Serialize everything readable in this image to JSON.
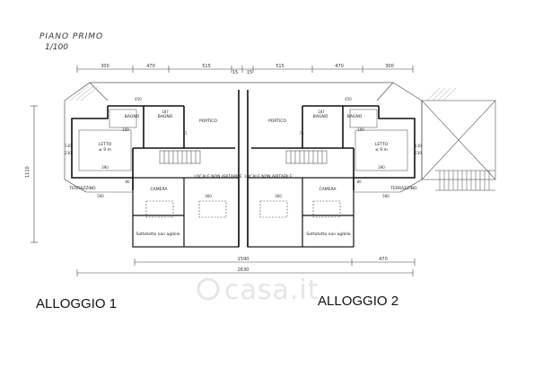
{
  "drawing": {
    "title": "PIANO PRIMO",
    "scale": "1/100"
  },
  "dimensions": {
    "top_chain": [
      "300",
      "470",
      "515",
      "15",
      "15",
      "515",
      "470",
      "300"
    ],
    "bottom_inner": "1590",
    "bottom_right": "470",
    "bottom_overall": "2630",
    "left_side": "1110"
  },
  "unit1": {
    "label": "ALLOGGIO  1",
    "rooms": {
      "bath_top": "BAGNO",
      "bath_left": "BAGNO",
      "porch": "PORTICO",
      "bedroom": "LETTO",
      "bedroom_size": "≤ 9 m",
      "bedroom_room": "CAMERA",
      "terrace": "TERRAZZINO",
      "attic": "LOCALE NON ABITABILE",
      "attic_under": "Sottotetto non agibile"
    },
    "measures": {
      "w1": "390",
      "w2": "560",
      "w3": "360",
      "w4": "230",
      "w5": "130",
      "w6": "100",
      "w7": "187",
      "w8": "80",
      "w9": "75",
      "w10": "450"
    }
  },
  "unit2": {
    "label": "ALLOGGIO 2",
    "rooms": {
      "bath_top": "BAGNO",
      "bath_right": "BAGNO",
      "porch": "PORTICO",
      "bedroom": "LETTO",
      "bedroom_size": "≤ 9 m",
      "bedroom_room": "CAMERA",
      "terrace": "TERRAZZINO",
      "attic": "LOCALE NON ABITABILE",
      "attic_under": "Sottotetto non agibile"
    },
    "measures": {
      "w1": "390",
      "w2": "560",
      "w3": "360",
      "w4": "230",
      "w5": "130",
      "w6": "100",
      "w7": "187",
      "w8": "80",
      "w9": "75",
      "w10": "450"
    }
  },
  "watermark": {
    "text": "casa.it"
  }
}
